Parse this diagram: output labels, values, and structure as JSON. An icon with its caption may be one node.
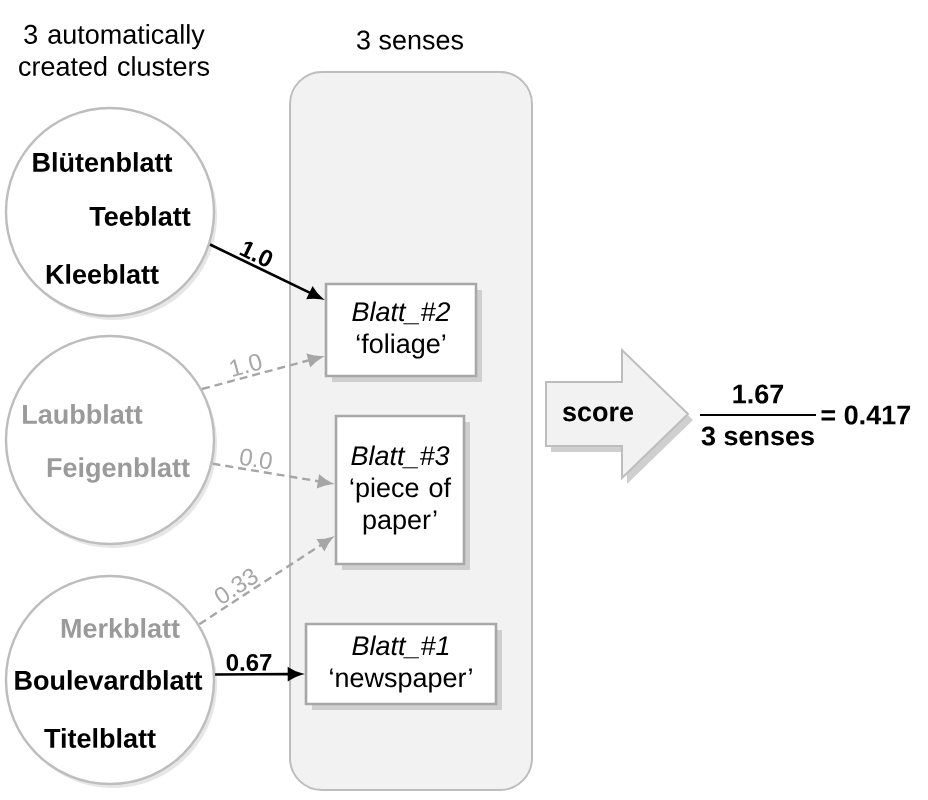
{
  "diagram": {
    "nodes": [
      {
        "text": [
          "Blütenblatt",
          "Teeblatt",
          "Kleeblatt"
        ]
      },
      {
        "text": [
          "Laubblatt",
          "Feigenblatt"
        ]
      },
      {
        "text": [
          "Merkblatt",
          "Boulevardblatt",
          "Titelblatt"
        ]
      },
      {
        "text": [
          "3 senses"
        ]
      },
      {
        "text": [
          "Blatt_#2",
          "‘foliage’"
        ],
        "in": 3
      },
      {
        "text": [
          "Blatt_#3",
          "‘piece of paper’"
        ],
        "in": 3
      },
      {
        "text": [
          "Blatt_#1",
          "‘newspaper’"
        ],
        "in": 3
      },
      {
        "text": [
          "score"
        ]
      }
    ],
    "edges": [
      {
        "from": 0,
        "to": 4,
        "arrow": "to",
        "label": "1.0",
        "color": "#000000"
      },
      {
        "from": 1,
        "to": 4,
        "arrow": "to",
        "label": "1.0",
        "style": "dashed",
        "color": "#a6a6a6"
      },
      {
        "from": 1,
        "to": 5,
        "arrow": "to",
        "label": "0.0",
        "style": "dashed",
        "color": "#a6a6a6"
      },
      {
        "from": 2,
        "to": 5,
        "arrow": "to",
        "label": "0.33",
        "style": "dashed",
        "color": "#a6a6a6"
      },
      {
        "from": 2,
        "to": 6,
        "arrow": "to",
        "label": "0.67",
        "color": "#000000"
      }
    ],
    "labels": [
      "3 automatically created clusters",
      "1.67",
      "3 senses",
      "= 0.417"
    ]
  }
}
